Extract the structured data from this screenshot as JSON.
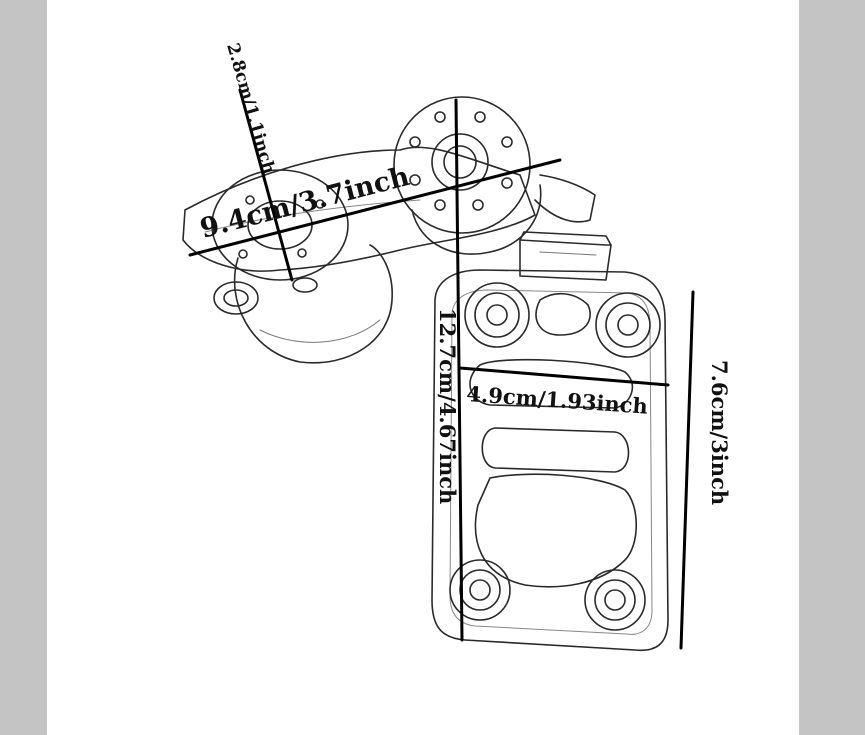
{
  "colors": {
    "viewer_background": "#c4c4c4",
    "page": "#ffffff",
    "ink": "#111111"
  },
  "dimensions": {
    "arm_length": "9.4cm/3.7inch",
    "bolt_diameter": "2.8cm/1.1inch",
    "overall_height": "12.7cm/4.67inch",
    "plate_width": "4.9cm/1.93inch",
    "plate_height": "7.6cm/3inch"
  }
}
